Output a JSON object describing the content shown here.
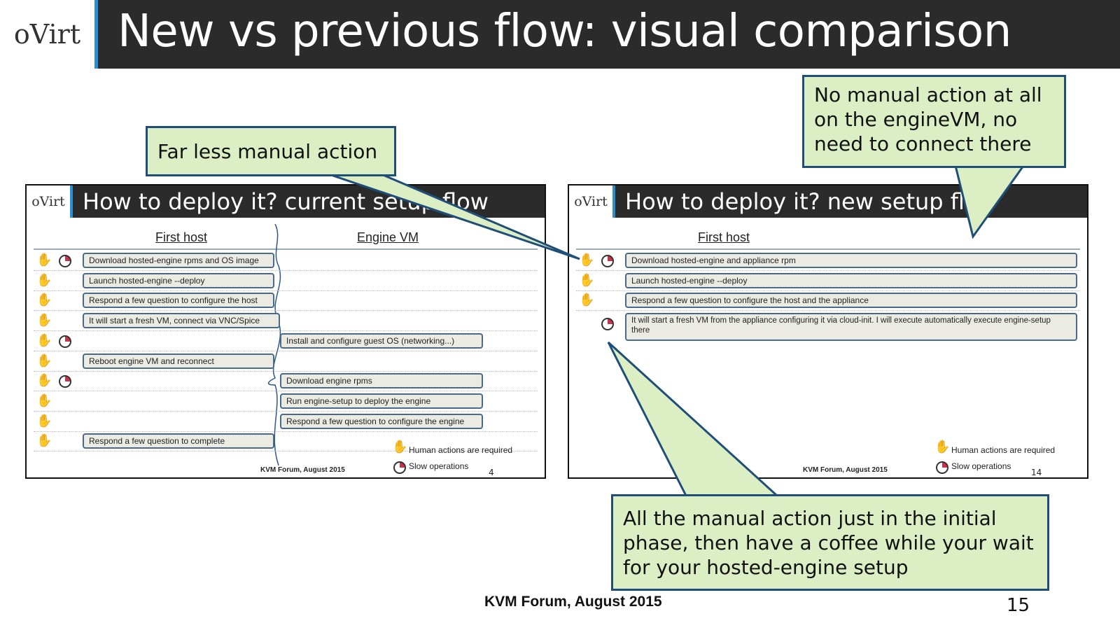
{
  "header": {
    "logo": "oVirt",
    "title": "New vs previous flow: visual comparison"
  },
  "left_slide": {
    "logo": "oVirt",
    "title": "How to deploy it? current setup flow",
    "col_first_host": "First host",
    "col_engine_vm": "Engine VM",
    "rows": [
      {
        "text": "Download hosted-engine rpms and OS image",
        "col": "host",
        "hand": true,
        "timer": true
      },
      {
        "text": "Launch hosted-engine --deploy",
        "col": "host",
        "hand": true,
        "timer": false
      },
      {
        "text": "Respond a few question to configure the host",
        "col": "host",
        "hand": true,
        "timer": false
      },
      {
        "text": "It will start a fresh VM, connect via VNC/Spice",
        "col": "host",
        "hand": true,
        "timer": false
      },
      {
        "text": "Install and configure guest OS (networking...)",
        "col": "vm",
        "hand": true,
        "timer": true
      },
      {
        "text": "Reboot engine VM and reconnect",
        "col": "host",
        "hand": true,
        "timer": false
      },
      {
        "text": "Download engine rpms",
        "col": "vm",
        "hand": true,
        "timer": true
      },
      {
        "text": "Run engine-setup to deploy the engine",
        "col": "vm",
        "hand": true,
        "timer": false
      },
      {
        "text": "Respond a few question to configure the engine",
        "col": "vm",
        "hand": true,
        "timer": false
      },
      {
        "text": "Respond a few question to complete",
        "col": "host",
        "hand": true,
        "timer": false
      }
    ],
    "legend_human": "Human actions are required",
    "legend_slow": "Slow operations",
    "footer": "KVM Forum, August 2015",
    "page": "4"
  },
  "right_slide": {
    "logo": "oVirt",
    "title": "How to deploy it? new setup flow",
    "col_first_host": "First host",
    "rows": [
      {
        "text": "Download hosted-engine and appliance rpm",
        "hand": true,
        "timer": true
      },
      {
        "text": "Launch hosted-engine --deploy",
        "hand": true,
        "timer": false
      },
      {
        "text": "Respond a few question to configure the host and the appliance",
        "hand": true,
        "timer": false
      },
      {
        "text": "It will start a fresh VM from the appliance configuring it via cloud-init. I will execute automatically execute engine-setup there",
        "hand": false,
        "timer": true
      }
    ],
    "legend_human": "Human actions are required",
    "legend_slow": "Slow operations",
    "footer": "KVM Forum, August 2015",
    "page": "14"
  },
  "callouts": {
    "less_manual": "Far less manual action",
    "no_manual_engine": "No manual action at all on the engineVM, no need to connect there",
    "initial_phase": "All the manual action just in the initial phase, then have a coffee while your wait for your hosted-engine setup"
  },
  "colors": {
    "callout_fill": "#dcefc4",
    "callout_border": "#1f4e79",
    "accent": "#2a8fd0"
  },
  "footer": {
    "event": "KVM Forum, August 2015",
    "page": "15"
  }
}
